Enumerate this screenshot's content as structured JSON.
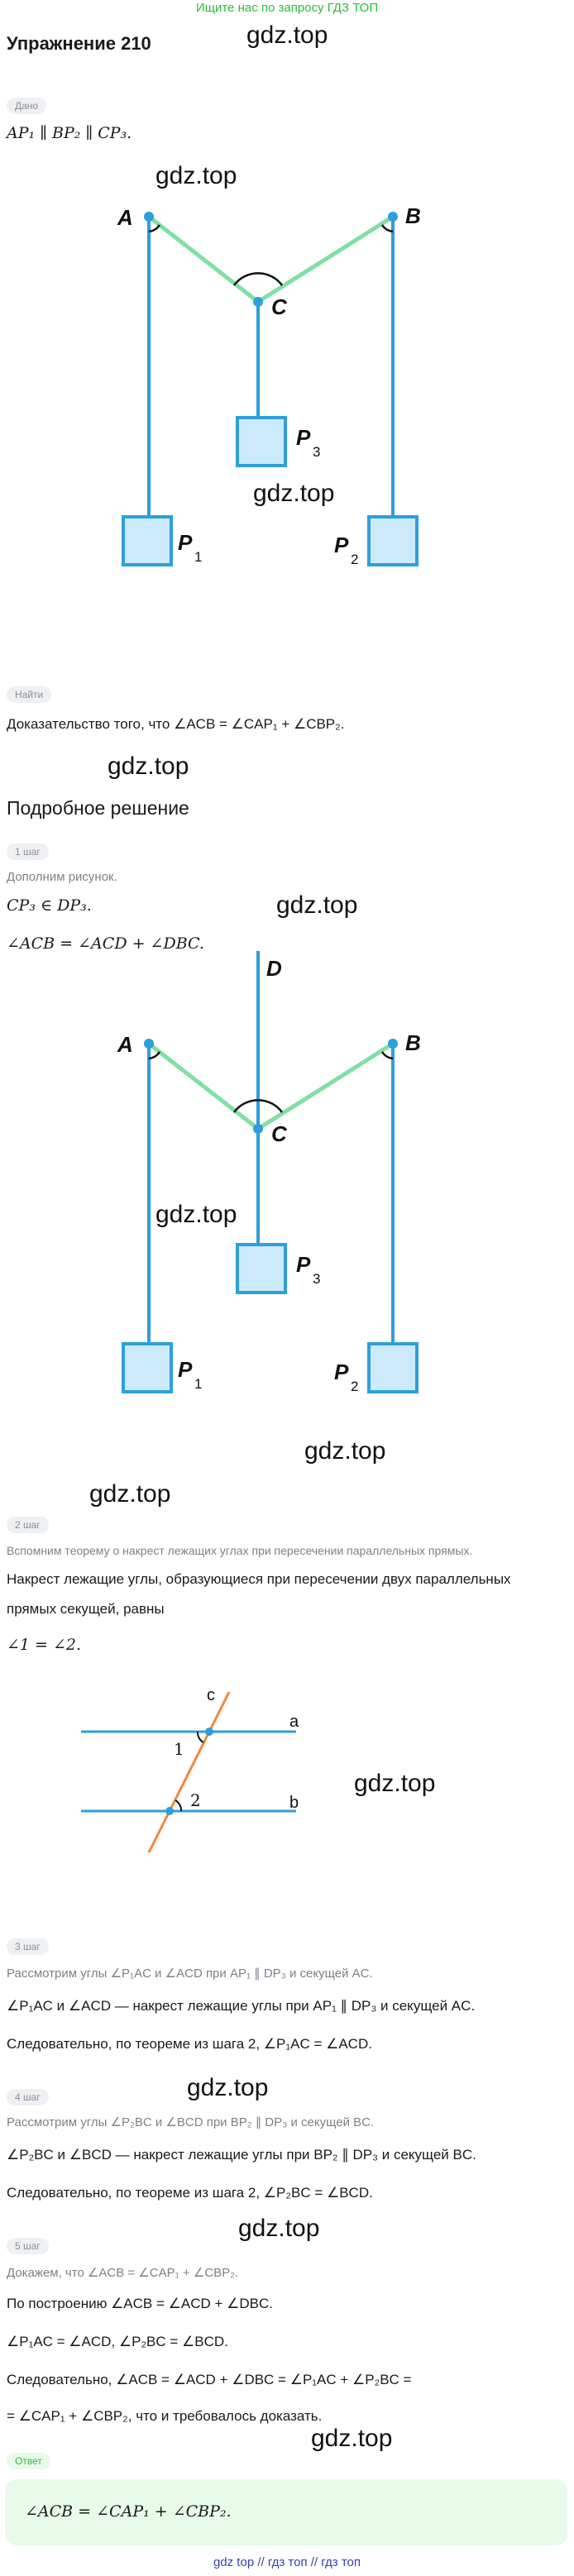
{
  "banner": "Ищите нас по запросу ГДЗ ТОП",
  "watermark": "gdz.top",
  "title": "Упражнение 210",
  "given": {
    "chip": "Дано",
    "statement": "AP₁ ∥ BP₂ ∥ CP₃."
  },
  "figure_labels": {
    "A": "A",
    "B": "B",
    "C": "C",
    "D": "D",
    "P": "P",
    "sub1": "1",
    "sub2": "2",
    "sub3": "3"
  },
  "find": {
    "chip": "Найти",
    "text": "Доказательство того, что ∠ACB = ∠CAP₁ + ∠CBP₂."
  },
  "solution_heading": "Подробное решение",
  "step1": {
    "chip": "1 шаг",
    "hint": "Дополним рисунок.",
    "line1": "CP₃ ∈ DP₃.",
    "line2": "∠ACB = ∠ACD + ∠DBC."
  },
  "step2": {
    "chip": "2 шаг",
    "hint": "Вспомним теорему о накрест лежащих углах при пересечении параллельных прямых.",
    "text1": "Накрест лежащие углы, образующиеся при пересечении двух параллельных",
    "text2": "прямых секущей, равны",
    "math": "∠1 = ∠2.",
    "fig": {
      "c": "c",
      "a": "a",
      "b": "b",
      "one": "1",
      "two": "2"
    }
  },
  "step3": {
    "chip": "3 шаг",
    "hint": "Рассмотрим углы ∠P₁AC и ∠ACD при AP₁ ∥ DP₃ и секущей AC.",
    "line1": "∠P₁AC и ∠ACD — накрест лежащие углы при AP₁ ∥ DP₃ и секущей AC.",
    "line2": "Следовательно, по теореме из шага 2, ∠P₁AC = ∠ACD."
  },
  "step4": {
    "chip": "4 шаг",
    "hint": "Рассмотрим углы ∠P₂BC и ∠BCD при BP₂ ∥ DP₃ и секущей BC.",
    "line1": "∠P₂BC и ∠BCD — накрест лежащие углы при BP₂ ∥ DP₃ и секущей BC.",
    "line2": "Следовательно, по теореме из шага 2, ∠P₂BC = ∠BCD."
  },
  "step5": {
    "chip": "5 шаг",
    "hint": "Докажем, что ∠ACB = ∠CAP₁ + ∠CBP₂.",
    "line1": "По построению ∠ACB = ∠ACD + ∠DBC.",
    "line2": "∠P₁AC = ∠ACD, ∠P₂BC = ∠BCD.",
    "line3": "Следовательно, ∠ACB = ∠ACD + ∠DBC = ∠P₁AC + ∠P₂BC =",
    "line4": "= ∠CAP₁ + ∠CBP₂, что и требовалось доказать."
  },
  "answer": {
    "chip": "Ответ",
    "text": "∠ACB = ∠CAP₁ + ∠CBP₂."
  },
  "footer": "gdz top  //  гдз топ  //  гдз топ",
  "colors": {
    "rod": "#2d9fdc",
    "weight_fill": "#cdeafc",
    "rope": "#7fe0a4",
    "secant": "#f0893a",
    "banner": "#2dbd3a",
    "answer_bg": "#e8fae9"
  }
}
